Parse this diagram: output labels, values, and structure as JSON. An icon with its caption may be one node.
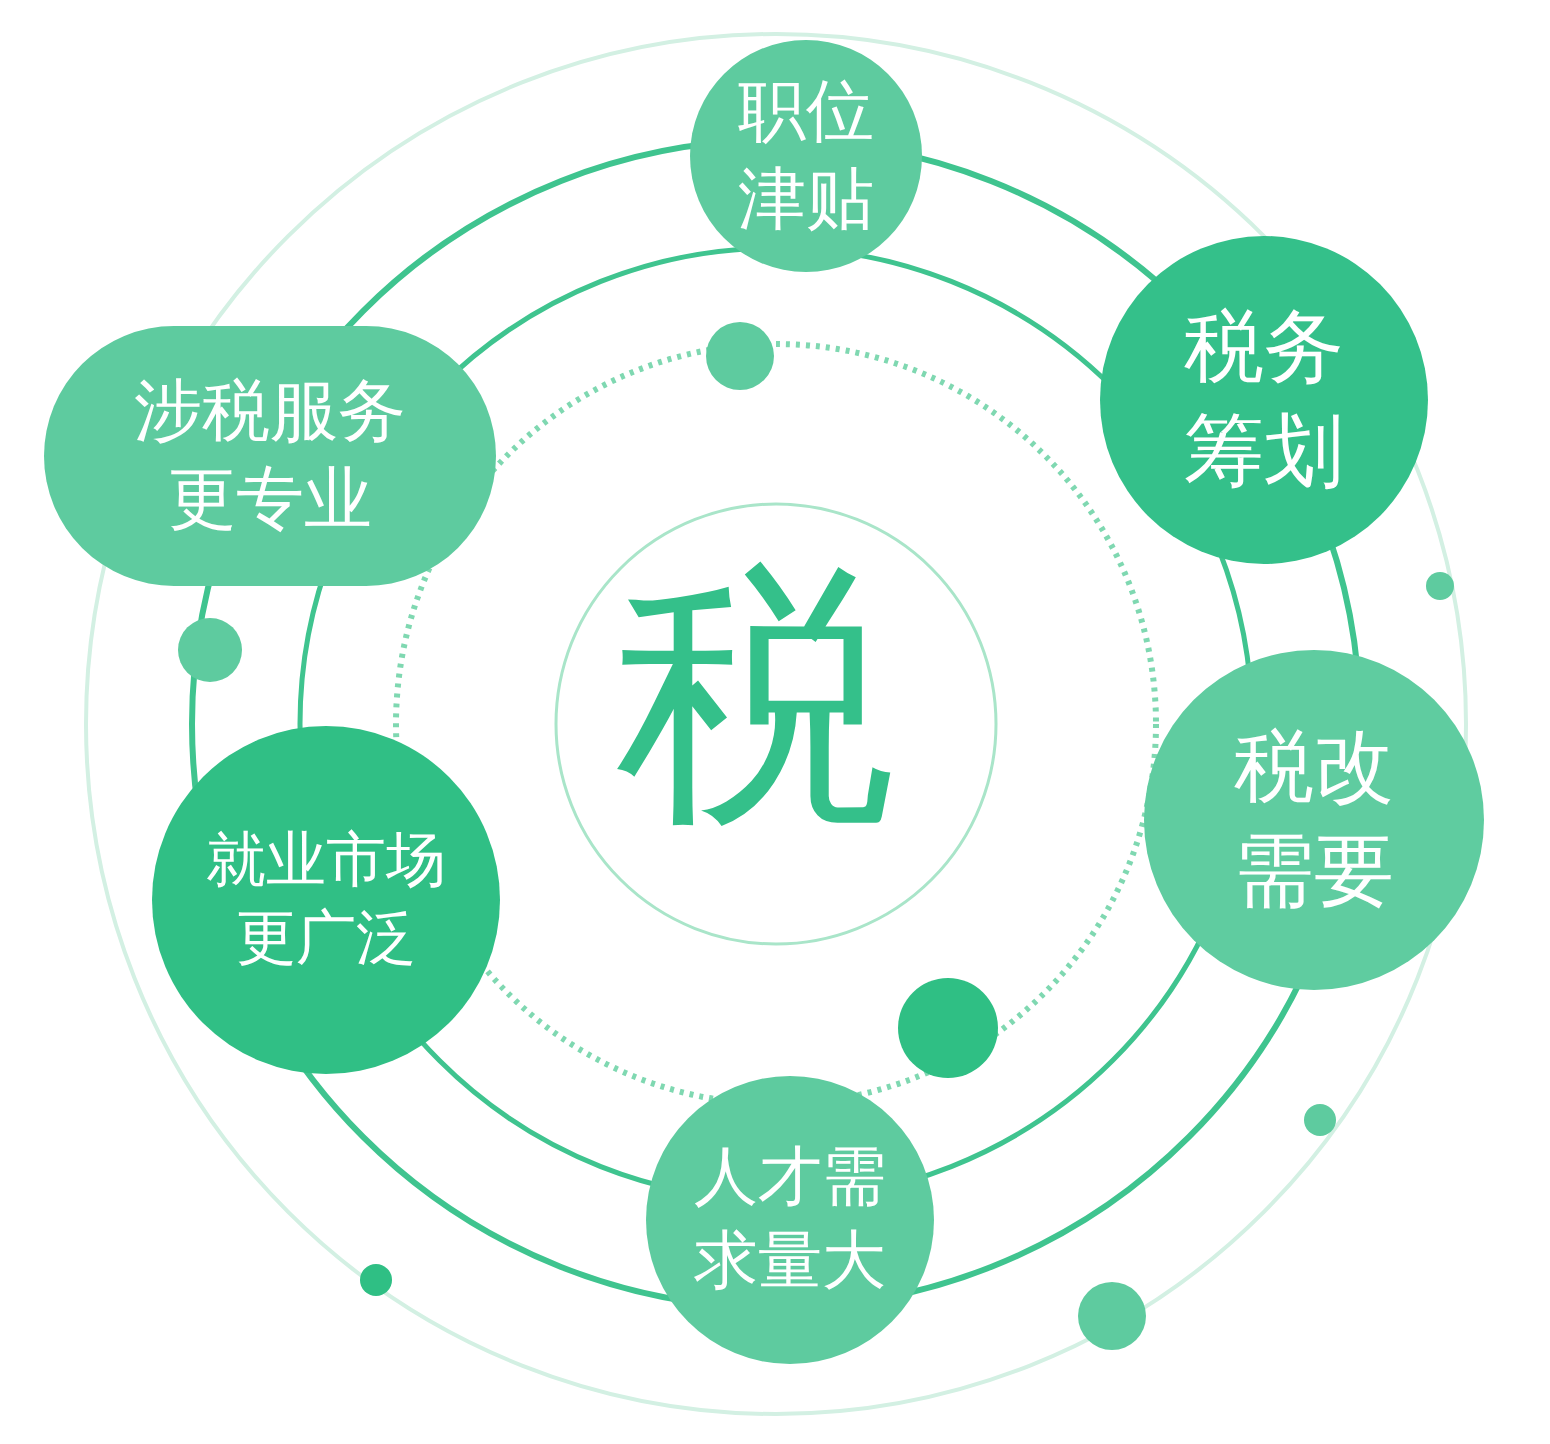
{
  "diagram": {
    "nodes": [
      {
        "text": [
          "税"
        ]
      },
      {
        "text": [
          "职位津贴"
        ]
      },
      {
        "text": [
          "税务筹划"
        ]
      },
      {
        "text": [
          "税改需要"
        ]
      },
      {
        "text": [
          "人才需求量大"
        ]
      },
      {
        "text": [
          "就业市场更广泛"
        ]
      },
      {
        "text": [
          "涉税服务更专业"
        ]
      }
    ]
  }
}
